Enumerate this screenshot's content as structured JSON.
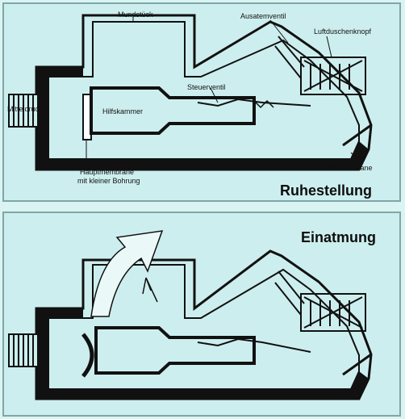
{
  "panels": {
    "rest": {
      "title": "Ruhestellung",
      "labels": {
        "mouthpiece": "Mundstück",
        "exhale_valve": "Ausatemventil",
        "purge_button": "Luftduschenknopf",
        "control_valve": "Steuerventil",
        "medium_pressure": "Mitteldruck",
        "aux_chamber": "Hilfskammer",
        "main_diaphragm_line1": "Hauptmembrane",
        "main_diaphragm_line2": "mit kleiner Bohrung",
        "aux_diaphragm": "Hilfsmembrane"
      }
    },
    "inhale": {
      "title": "Einatmung"
    }
  },
  "colors": {
    "background": "#cdeeee",
    "ink": "#111111",
    "border": "#7fa6a6"
  }
}
